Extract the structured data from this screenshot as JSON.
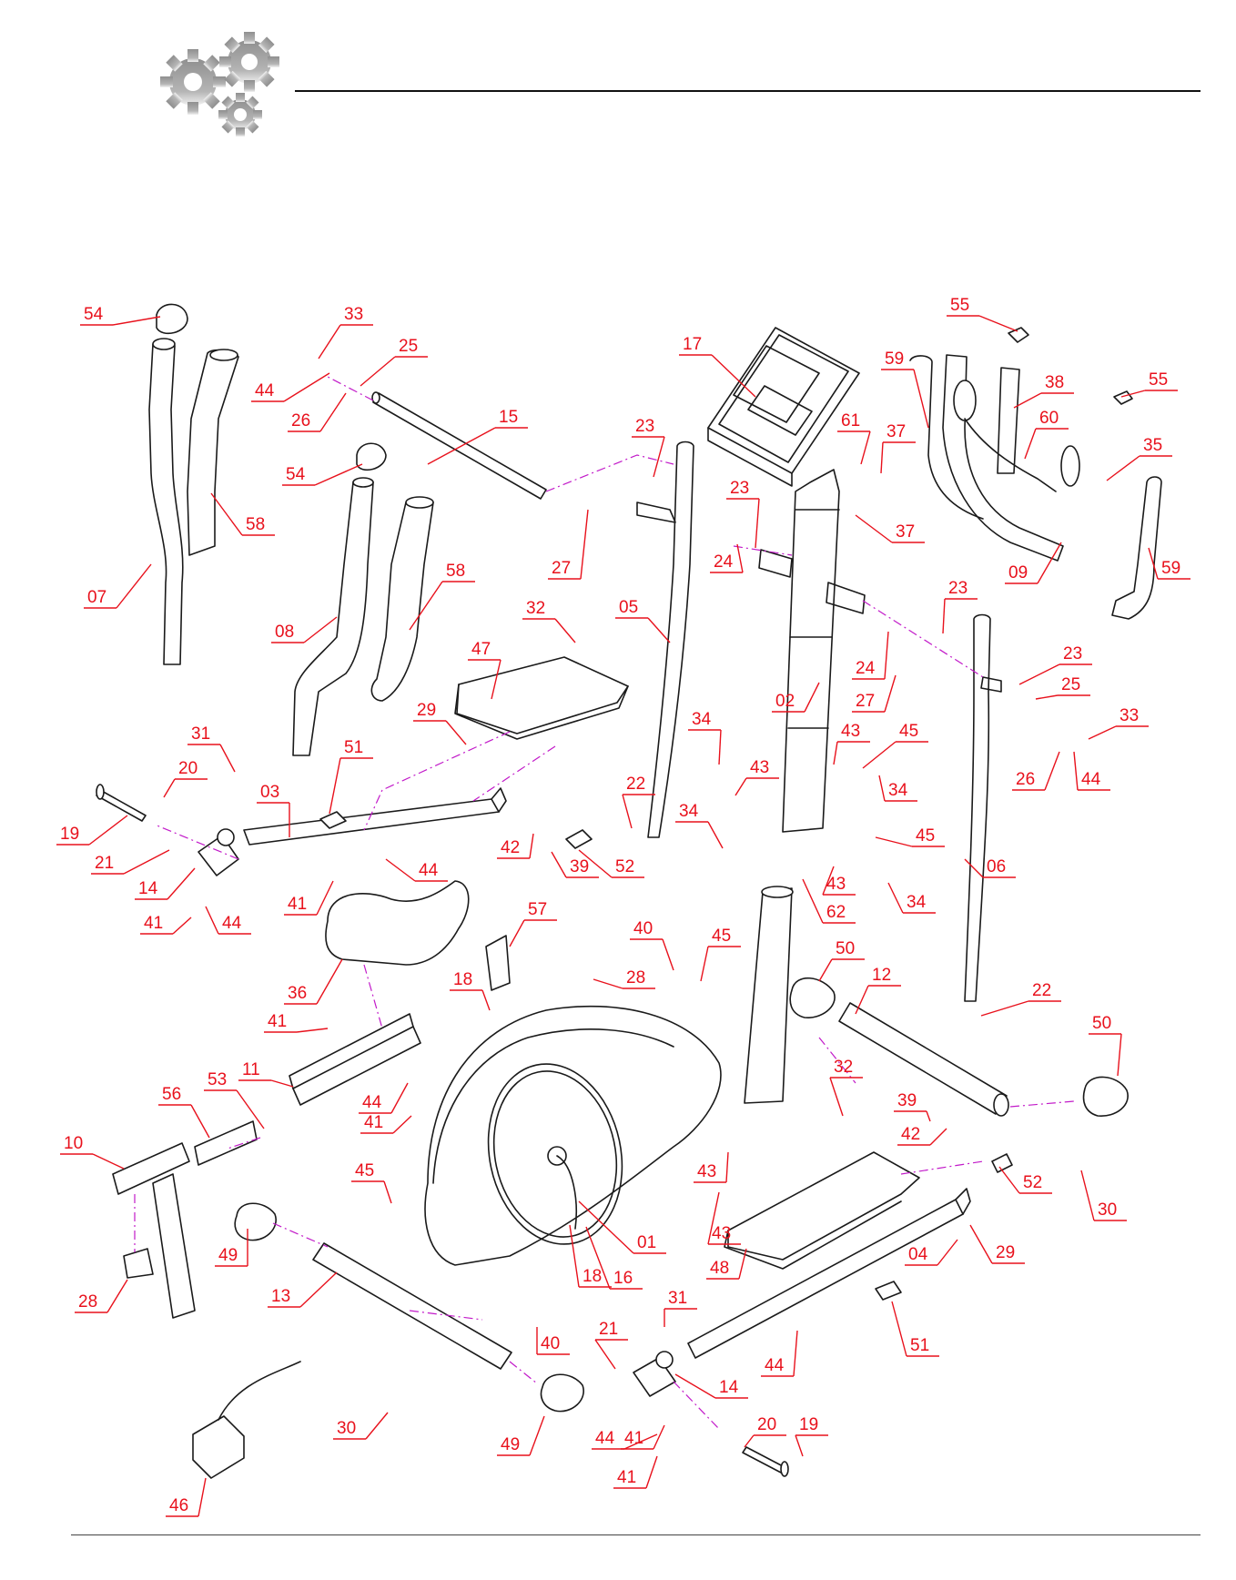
{
  "colors": {
    "callout": "#e8111c",
    "assembly_line": "#c21ac9",
    "linework": "#1a1a1a",
    "logo_gear": "#8a8a8a"
  },
  "logo_icon": "gears-icon",
  "callouts": [
    {
      "label": "54"
    },
    {
      "label": "33"
    },
    {
      "label": "25"
    },
    {
      "label": "44"
    },
    {
      "label": "26"
    },
    {
      "label": "15"
    },
    {
      "label": "58"
    },
    {
      "label": "07"
    },
    {
      "label": "54"
    },
    {
      "label": "08"
    },
    {
      "label": "58"
    },
    {
      "label": "17"
    },
    {
      "label": "23"
    },
    {
      "label": "27"
    },
    {
      "label": "23"
    },
    {
      "label": "24"
    },
    {
      "label": "61"
    },
    {
      "label": "37"
    },
    {
      "label": "37"
    },
    {
      "label": "55"
    },
    {
      "label": "59"
    },
    {
      "label": "38"
    },
    {
      "label": "55"
    },
    {
      "label": "60"
    },
    {
      "label": "35"
    },
    {
      "label": "09"
    },
    {
      "label": "59"
    },
    {
      "label": "32"
    },
    {
      "label": "47"
    },
    {
      "label": "05"
    },
    {
      "label": "23"
    },
    {
      "label": "24"
    },
    {
      "label": "27"
    },
    {
      "label": "23"
    },
    {
      "label": "25"
    },
    {
      "label": "33"
    },
    {
      "label": "26"
    },
    {
      "label": "44"
    },
    {
      "label": "02"
    },
    {
      "label": "29"
    },
    {
      "label": "34"
    },
    {
      "label": "43"
    },
    {
      "label": "43"
    },
    {
      "label": "45"
    },
    {
      "label": "34"
    },
    {
      "label": "31"
    },
    {
      "label": "51"
    },
    {
      "label": "20"
    },
    {
      "label": "22"
    },
    {
      "label": "03"
    },
    {
      "label": "19"
    },
    {
      "label": "21"
    },
    {
      "label": "42"
    },
    {
      "label": "39"
    },
    {
      "label": "52"
    },
    {
      "label": "34"
    },
    {
      "label": "45"
    },
    {
      "label": "06"
    },
    {
      "label": "14"
    },
    {
      "label": "44"
    },
    {
      "label": "41"
    },
    {
      "label": "43"
    },
    {
      "label": "34"
    },
    {
      "label": "41"
    },
    {
      "label": "44"
    },
    {
      "label": "62"
    },
    {
      "label": "57"
    },
    {
      "label": "40"
    },
    {
      "label": "45"
    },
    {
      "label": "50"
    },
    {
      "label": "36"
    },
    {
      "label": "28"
    },
    {
      "label": "12"
    },
    {
      "label": "18"
    },
    {
      "label": "22"
    },
    {
      "label": "41"
    },
    {
      "label": "50"
    },
    {
      "label": "11"
    },
    {
      "label": "56"
    },
    {
      "label": "53"
    },
    {
      "label": "44"
    },
    {
      "label": "32"
    },
    {
      "label": "41"
    },
    {
      "label": "39"
    },
    {
      "label": "42"
    },
    {
      "label": "10"
    },
    {
      "label": "30"
    },
    {
      "label": "45"
    },
    {
      "label": "43"
    },
    {
      "label": "43"
    },
    {
      "label": "52"
    },
    {
      "label": "01"
    },
    {
      "label": "49"
    },
    {
      "label": "28"
    },
    {
      "label": "16"
    },
    {
      "label": "48"
    },
    {
      "label": "29"
    },
    {
      "label": "04"
    },
    {
      "label": "18"
    },
    {
      "label": "13"
    },
    {
      "label": "40"
    },
    {
      "label": "31"
    },
    {
      "label": "51"
    },
    {
      "label": "21"
    },
    {
      "label": "14"
    },
    {
      "label": "44"
    },
    {
      "label": "41"
    },
    {
      "label": "30"
    },
    {
      "label": "20"
    },
    {
      "label": "19"
    },
    {
      "label": "44"
    },
    {
      "label": "49"
    },
    {
      "label": "41"
    },
    {
      "label": "46"
    }
  ]
}
